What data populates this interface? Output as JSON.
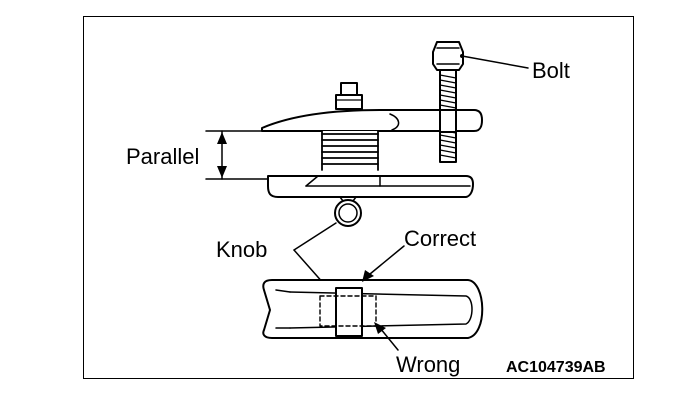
{
  "labels": {
    "bolt": "Bolt",
    "parallel": "Parallel",
    "knob": "Knob",
    "correct": "Correct",
    "wrong": "Wrong",
    "figure_code": "AC104739AB"
  },
  "colors": {
    "stroke": "#000000",
    "background": "#ffffff"
  }
}
